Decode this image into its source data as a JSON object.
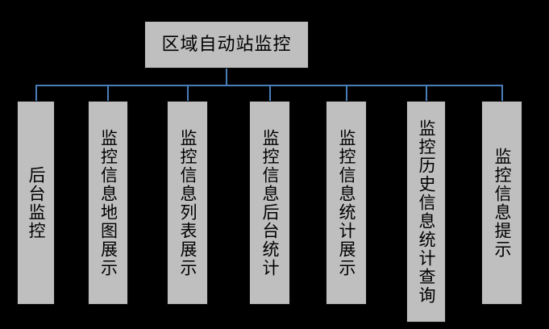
{
  "diagram": {
    "title": "区域自动站监控",
    "background_color": "#000000",
    "node_fill_color": "#bfbfbf",
    "node_border_color": "#0d0d0d",
    "connector_color": "#4a7ebb",
    "root": {
      "label": "区域自动站监控"
    },
    "children": [
      {
        "label": "后台监控"
      },
      {
        "label": "监控信息地图展示"
      },
      {
        "label": "监控信息列表展示"
      },
      {
        "label": "监控信息后台统计"
      },
      {
        "label": "监控信息统计展示"
      },
      {
        "label": "监控历史信息统计查询"
      },
      {
        "label": "监控信息提示"
      }
    ]
  },
  "chart_data": {
    "type": "diagram",
    "title": "区域自动站监控",
    "structure": "tree",
    "levels": 2,
    "root": "区域自动站监控",
    "leaf_count": 7,
    "leaves": [
      "后台监控",
      "监控信息地图展示",
      "监控信息列表展示",
      "监控信息后台统计",
      "监控信息统计展示",
      "监控历史信息统计查询",
      "监控信息提示"
    ]
  }
}
